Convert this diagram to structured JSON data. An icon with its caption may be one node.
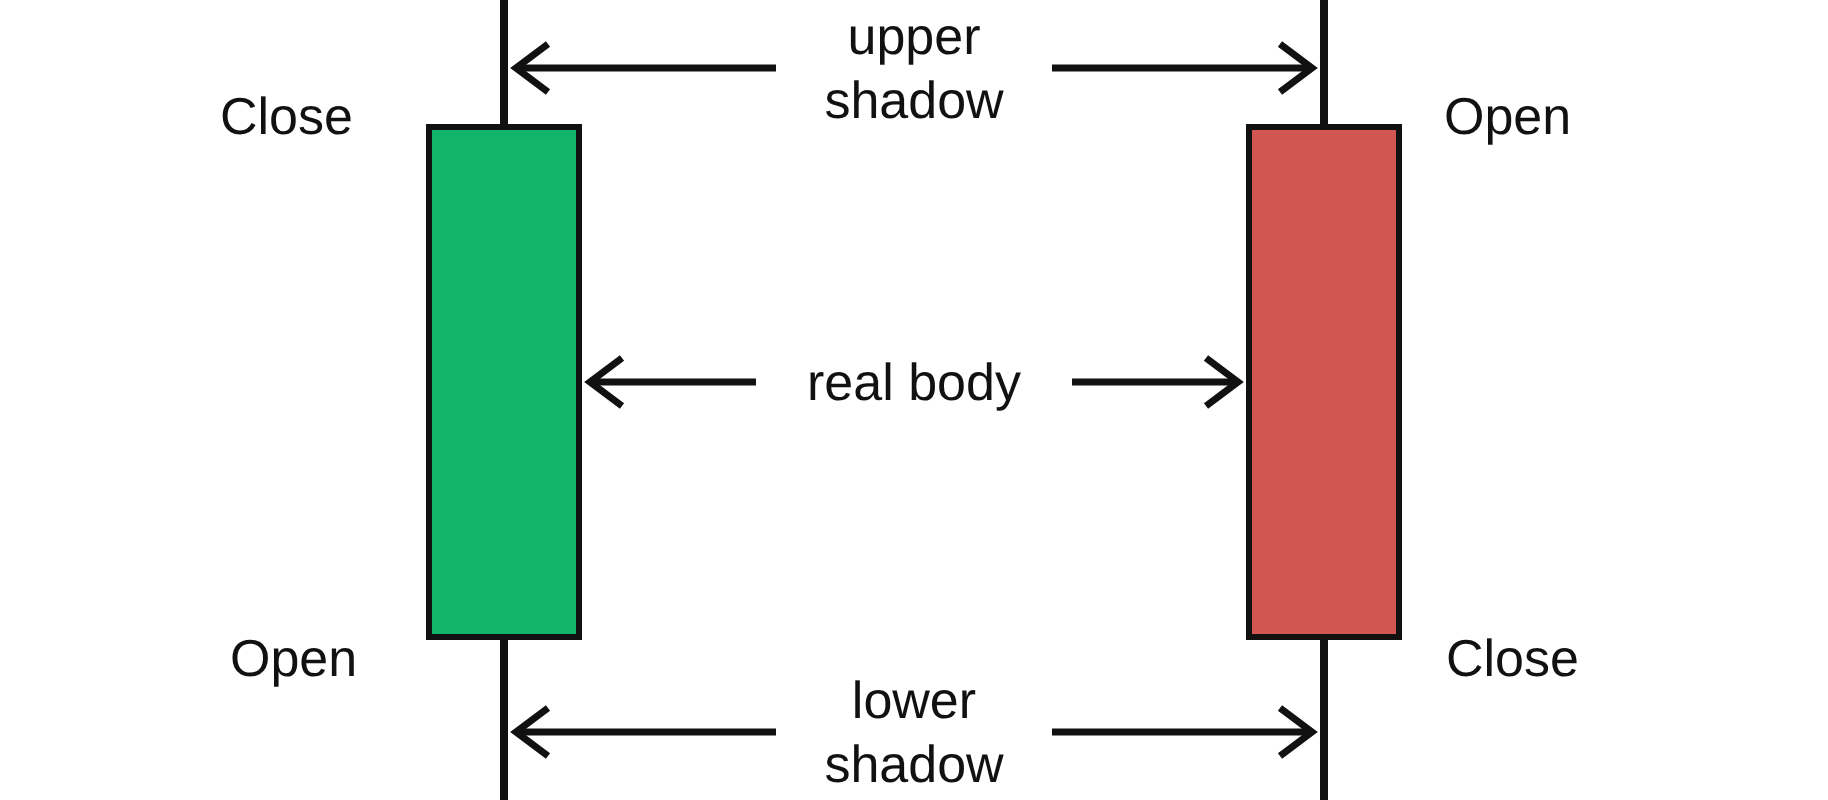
{
  "diagram": {
    "nodes": [
      {
        "text": [],
        "shape": "bar"
      },
      {
        "text": [],
        "shape": "bar"
      },
      {
        "text": [],
        "shape": "bar"
      },
      {
        "text": [],
        "shape": "bar"
      },
      {
        "text": [],
        "shape": "bar"
      },
      {
        "text": [],
        "shape": "bar"
      },
      {
        "text": [
          "upper shadow"
        ]
      },
      {
        "text": [
          "real body"
        ]
      },
      {
        "text": [
          "lower shadow"
        ]
      }
    ],
    "edges": [
      {
        "from": 6,
        "to": 2,
        "arrow": "to"
      },
      {
        "from": 6,
        "to": 4,
        "arrow": "to"
      },
      {
        "from": 7,
        "to": 0,
        "arrow": "to"
      },
      {
        "from": 7,
        "to": 1,
        "arrow": "to"
      },
      {
        "from": 8,
        "to": 3,
        "arrow": "to"
      },
      {
        "from": 8,
        "to": 5,
        "arrow": "to"
      }
    ],
    "labels": [
      "Close",
      "Open",
      "Open",
      "Close"
    ]
  }
}
